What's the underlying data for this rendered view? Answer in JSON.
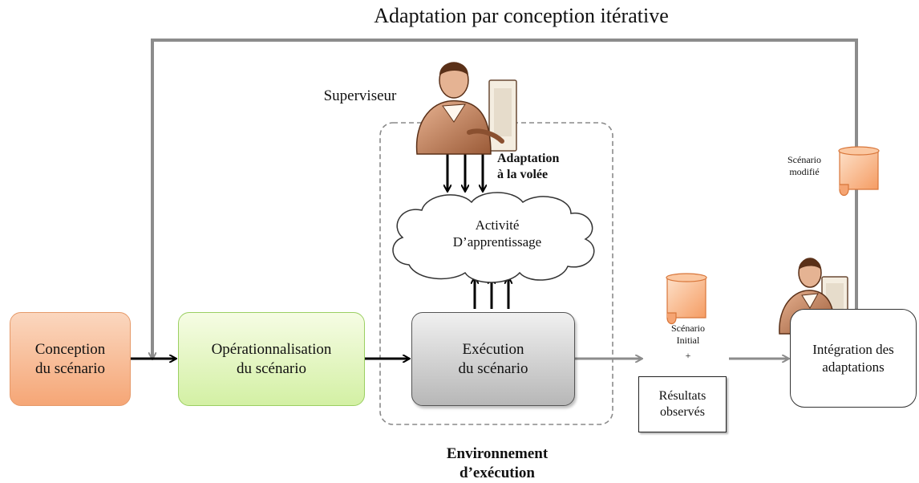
{
  "title": "Adaptation par conception itérative",
  "nodes": {
    "conception": [
      "Conception",
      "du scénario"
    ],
    "operationnalisation": [
      "Opérationnalisation",
      "du scénario"
    ],
    "execution": [
      "Exécution",
      "du scénario"
    ],
    "integration": [
      "Intégration des",
      "adaptations"
    ],
    "resultats": [
      "Résultats",
      "observés"
    ],
    "activite": [
      "Activité",
      "D’apprentissage"
    ]
  },
  "labels": {
    "superviseur": "Superviseur",
    "adaptation_volee": [
      "Adaptation",
      "à la volée"
    ],
    "scenario_modifie": [
      "Scénario",
      "modifié"
    ],
    "scenario_initial": [
      "Scénario",
      "Initial",
      "+"
    ],
    "environnement": [
      "Environnement",
      "d’exécution"
    ]
  },
  "colors": {
    "main_arrow": "#000000",
    "feedback_arrow": "#8c8c8c",
    "dashed_border": "#8a8a8a",
    "conception_fill": "#f5a676",
    "operationnalisation_fill": "#d3f0a4",
    "execution_fill": "#b7b7b7",
    "scroll_fill": "#f9b88a"
  },
  "icons": [
    "supervisor-computer-icon",
    "scroll-icon"
  ]
}
